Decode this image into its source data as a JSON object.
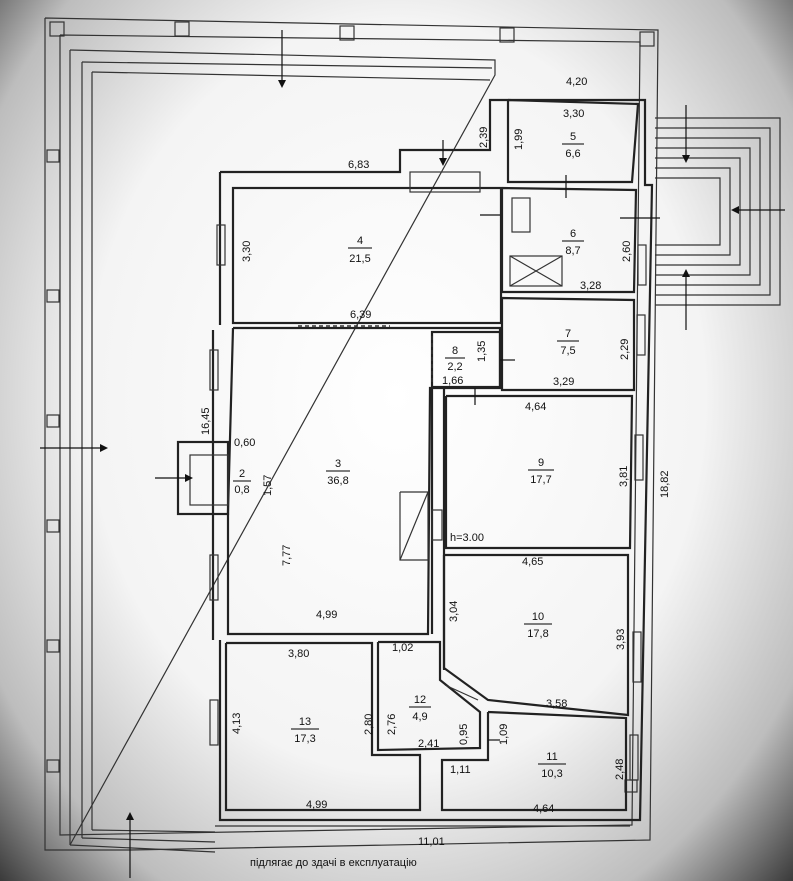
{
  "rooms": [
    {
      "id": "1",
      "number": "",
      "area": ""
    },
    {
      "id": "2",
      "number": "2",
      "area": "0,8"
    },
    {
      "id": "3",
      "number": "3",
      "area": "36,8"
    },
    {
      "id": "4",
      "number": "4",
      "area": "21,5"
    },
    {
      "id": "5",
      "number": "5",
      "area": "6,6"
    },
    {
      "id": "6",
      "number": "6",
      "area": "8,7"
    },
    {
      "id": "7",
      "number": "7",
      "area": "7,5"
    },
    {
      "id": "8",
      "number": "8",
      "area": "2,2"
    },
    {
      "id": "9",
      "number": "9",
      "area": "17,7"
    },
    {
      "id": "10",
      "number": "10",
      "area": "17,8"
    },
    {
      "id": "11",
      "number": "11",
      "area": "10,3"
    },
    {
      "id": "12",
      "number": "12",
      "area": "4,9"
    },
    {
      "id": "13",
      "number": "13",
      "area": "17,3"
    }
  ],
  "dimensions": [
    "4,20",
    "3,30",
    "2,39",
    "1,99",
    "6,83",
    "3,30",
    "2,60",
    "3,28",
    "6,39",
    "1,35",
    "1,66",
    "3,29",
    "2,29",
    "16,45",
    "0,60",
    "1,57",
    "4,64",
    "3,81",
    "18,82",
    "7,77",
    "h=3.00",
    "4,65",
    "3,04",
    "4,99",
    "1,02",
    "3,93",
    "3,80",
    "3,58",
    "4,13",
    "2,80",
    "2,76",
    "0,95",
    "1,09",
    "2,41",
    "1,11",
    "2,48",
    "4,99",
    "4,64",
    "11,01"
  ],
  "caption": "підлягає до здачі в експлуатацію"
}
